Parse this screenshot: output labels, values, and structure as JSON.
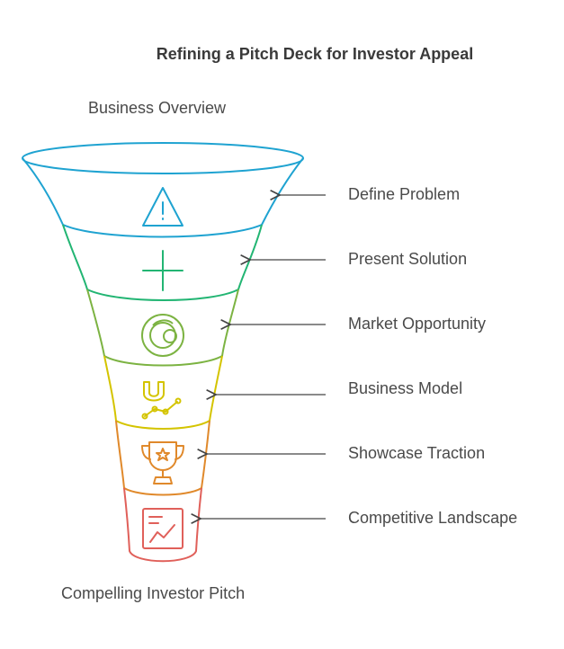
{
  "title": "Refining a Pitch Deck for Investor Appeal",
  "top_label": "Business Overview",
  "bottom_label": "Compelling Investor Pitch",
  "stages": [
    {
      "label": "Define Problem",
      "icon": "warning-triangle-icon",
      "color": "#1fa3d1"
    },
    {
      "label": "Present Solution",
      "icon": "plus-icon",
      "color": "#22b573"
    },
    {
      "label": "Market Opportunity",
      "icon": "target-circle-icon",
      "color": "#7cb342"
    },
    {
      "label": "Business Model",
      "icon": "magnet-chart-icon",
      "color": "#d4c400"
    },
    {
      "label": "Showcase Traction",
      "icon": "trophy-icon",
      "color": "#e0892b"
    },
    {
      "label": "Competitive Landscape",
      "icon": "document-chart-icon",
      "color": "#e0605a"
    }
  ]
}
